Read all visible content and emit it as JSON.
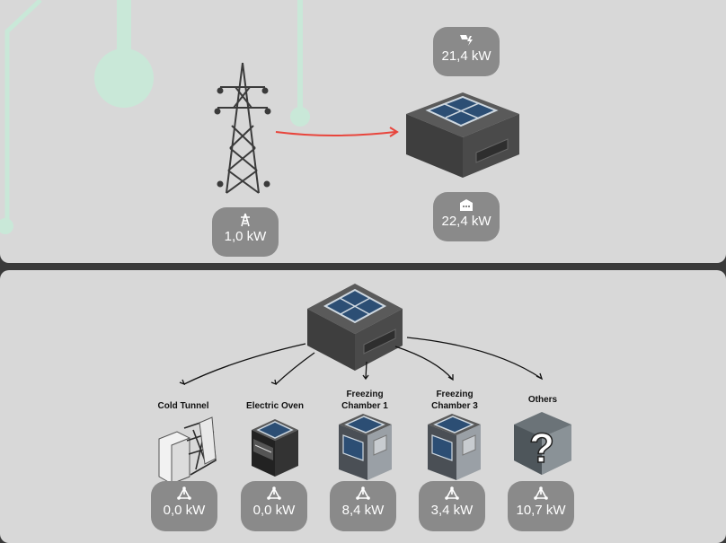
{
  "top": {
    "grid_power": "1,0 kW",
    "solar_power": "21,4 kW",
    "building_power": "22,4 kW",
    "flow_color": "#e8453c",
    "line_color": "#c9e8d8"
  },
  "consumers": [
    {
      "label": "Cold Tunnel",
      "value": "0,0 kW"
    },
    {
      "label": "Electric Oven",
      "value": "0,0 kW"
    },
    {
      "label": "Freezing Chamber 1",
      "value": "8,4 kW"
    },
    {
      "label": "Freezing Chamber 3",
      "value": "3,4 kW"
    },
    {
      "label": "Others",
      "value": "10,7 kW"
    }
  ],
  "colors": {
    "panel_bg": "#d8d8d8",
    "badge_bg": "#8a8a8a",
    "divider": "#3a3a3a"
  }
}
